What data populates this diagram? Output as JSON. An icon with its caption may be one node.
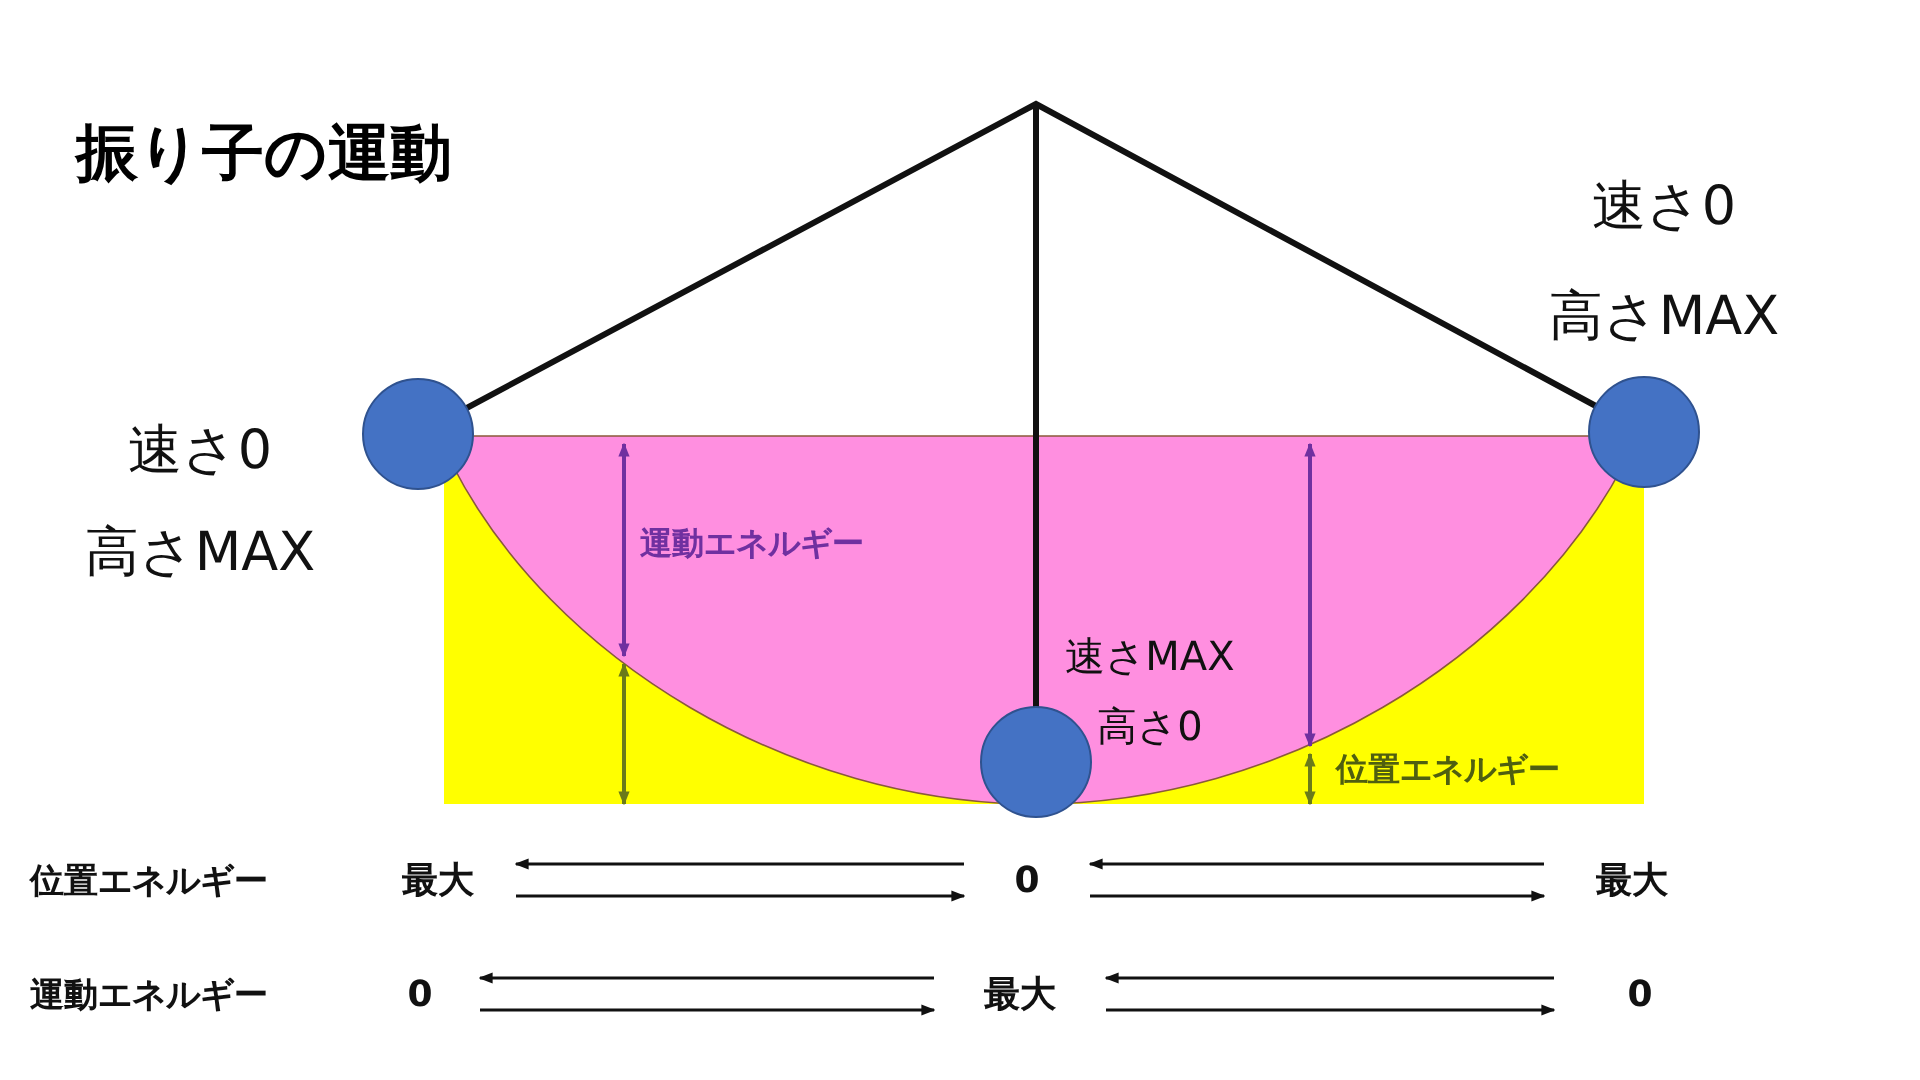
{
  "diagram": {
    "title": "振り子の運動",
    "nodes": [
      {
        "text": [],
        "shape": "circle",
        "beside": [
          "速さ0",
          "高さMAX"
        ]
      },
      {
        "text": [],
        "shape": "circle",
        "beside": [
          "速さ0",
          "高さMAX"
        ]
      },
      {
        "text": [],
        "shape": "circle",
        "beside": [
          "速さMAX",
          "高さ0"
        ]
      },
      {
        "text": [
          "最大"
        ]
      },
      {
        "text": [
          "0"
        ]
      },
      {
        "text": [
          "最大"
        ]
      },
      {
        "text": [
          "0"
        ]
      },
      {
        "text": [
          "最大"
        ]
      },
      {
        "text": [
          "0"
        ]
      }
    ],
    "edges": [
      {
        "from": 4,
        "to": 3,
        "arrow": "to"
      },
      {
        "from": 3,
        "to": 4,
        "arrow": "to"
      },
      {
        "from": 5,
        "to": 4,
        "arrow": "to"
      },
      {
        "from": 4,
        "to": 5,
        "arrow": "to"
      },
      {
        "from": 7,
        "to": 6,
        "arrow": "to"
      },
      {
        "from": 6,
        "to": 7,
        "arrow": "to"
      },
      {
        "from": 8,
        "to": 7,
        "arrow": "to"
      },
      {
        "from": 7,
        "to": 8,
        "arrow": "to"
      }
    ],
    "labels": [
      "運動エネルギー",
      "位置エネルギー",
      "位置エネルギー",
      "運動エネルギー"
    ]
  }
}
